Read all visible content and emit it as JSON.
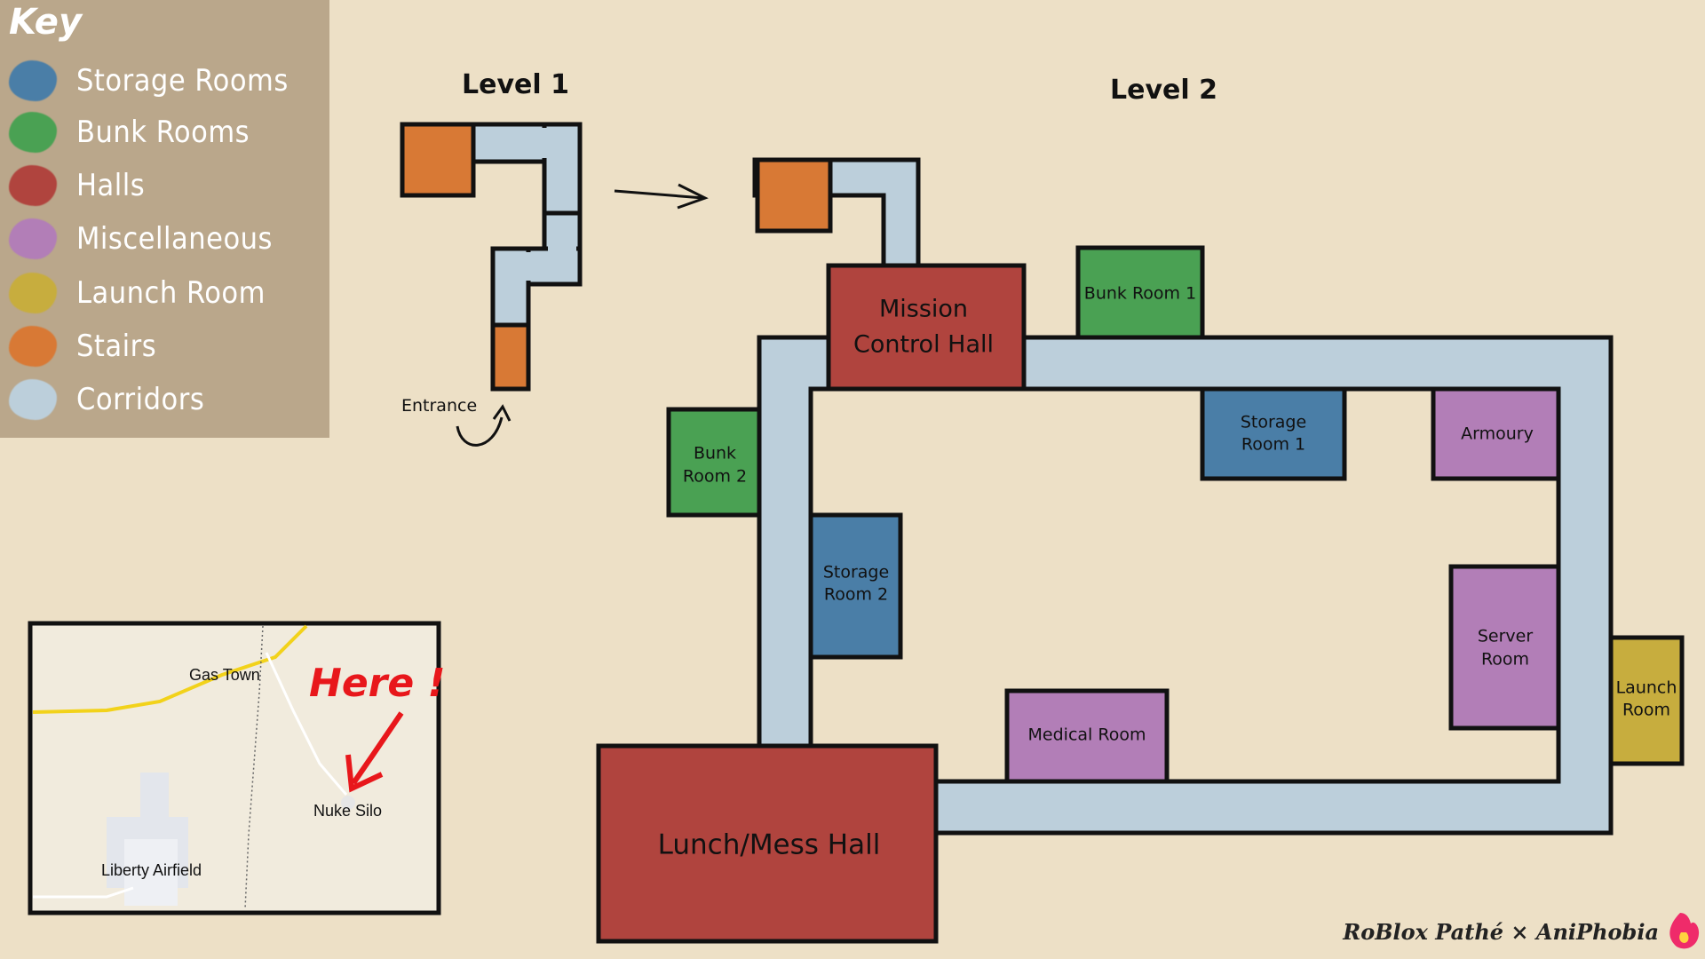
{
  "key": {
    "title": "Key",
    "items": [
      {
        "label": "Storage Rooms",
        "color": "#4a7ea7"
      },
      {
        "label": "Bunk Rooms",
        "color": "#4aa153"
      },
      {
        "label": "Halls",
        "color": "#b0443e"
      },
      {
        "label": "Miscellaneous",
        "color": "#b27eb7"
      },
      {
        "label": "Launch Room",
        "color": "#c7ad3e"
      },
      {
        "label": "Stairs",
        "color": "#d87935"
      },
      {
        "label": "Corridors",
        "color": "#bccfdb"
      }
    ]
  },
  "level1": {
    "title": "Level 1",
    "entrance_label": "Entrance"
  },
  "level2": {
    "title": "Level 2",
    "rooms": {
      "mission_control_line1": "Mission",
      "mission_control_line2": "Control Hall",
      "bunk_room_1": "Bunk Room 1",
      "bunk_room_2_line1": "Bunk",
      "bunk_room_2_line2": "Room 2",
      "storage_room_1_line1": "Storage",
      "storage_room_1_line2": "Room 1",
      "storage_room_2_line1": "Storage",
      "storage_room_2_line2": "Room 2",
      "armoury": "Armoury",
      "server_room_line1": "Server",
      "server_room_line2": "Room",
      "launch_room_line1": "Launch",
      "launch_room_line2": "Room",
      "medical_room": "Medical Room",
      "lunch_mess_hall": "Lunch/Mess Hall"
    }
  },
  "minimap": {
    "gas_town": "Gas Town",
    "nuke_silo": "Nuke Silo",
    "liberty_airfield": "Liberty Airfield",
    "here_label": "Here !"
  },
  "credit": "RoBlox Pathé × AniPhobia"
}
